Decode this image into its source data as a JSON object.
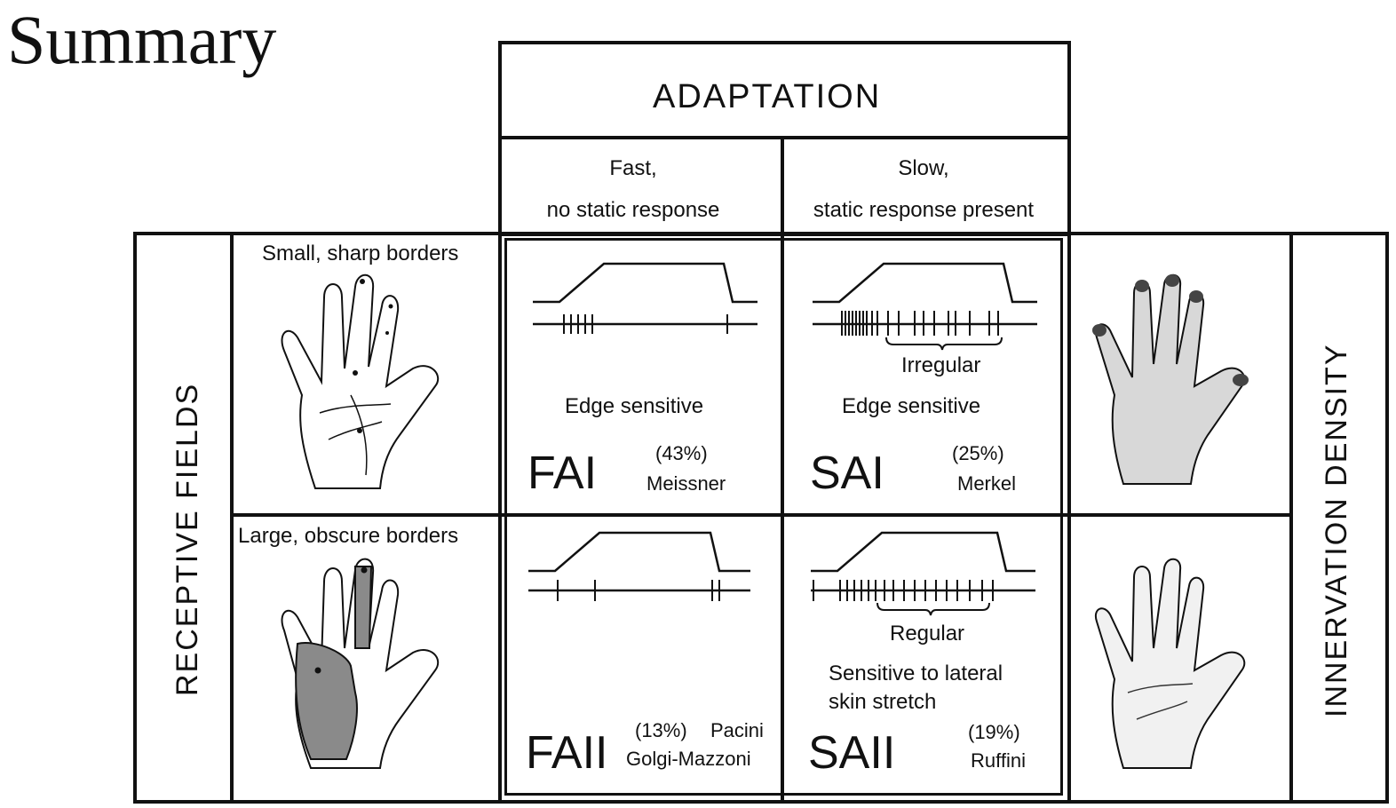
{
  "title": "Summary",
  "adaptation": {
    "header": "ADAPTATION",
    "fast_line1": "Fast,",
    "fast_line2": "no static response",
    "slow_line1": "Slow,",
    "slow_line2": "static response present"
  },
  "side_labels": {
    "left": "RECEPTIVE FIELDS",
    "right": "INNERVATION DENSITY"
  },
  "rows": {
    "small": "Small, sharp borders",
    "large": "Large, obscure borders"
  },
  "cells": {
    "fai": {
      "desc": "Edge sensitive",
      "code": "FAI",
      "pct": "(43%)",
      "name": "Meissner"
    },
    "sai": {
      "pattern": "Irregular",
      "desc": "Edge sensitive",
      "code": "SAI",
      "pct": "(25%)",
      "name": "Merkel"
    },
    "faii": {
      "code": "FAII",
      "pct": "(13%)",
      "name1": "Pacini",
      "name2": "Golgi-Mazzoni"
    },
    "saii": {
      "pattern": "Regular",
      "desc1": "Sensitive to lateral",
      "desc2": "skin stretch",
      "code": "SAII",
      "pct": "(19%)",
      "name": "Ruffini"
    }
  },
  "colors": {
    "ink": "#111111",
    "shade": "#8a8a8a",
    "light_shade": "#d8d8d8"
  }
}
